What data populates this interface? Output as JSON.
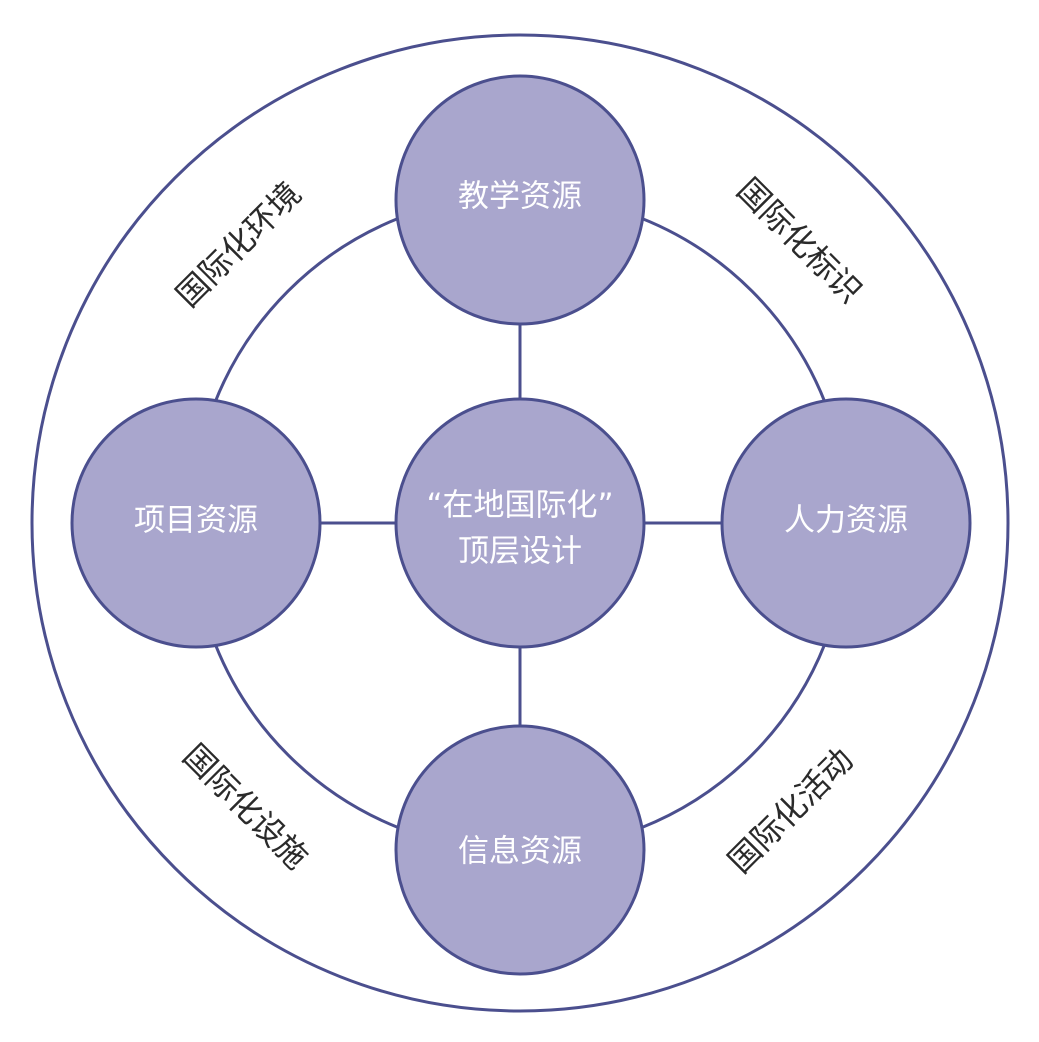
{
  "center": {
    "line1": "“在地国际化”",
    "line2": "顶层设计"
  },
  "nodes": {
    "top": "教学资源",
    "left": "项目资源",
    "right": "人力资源",
    "bottom": "信息资源"
  },
  "ring_labels": {
    "top_left": "国际化环境",
    "top_right": "国际化标识",
    "bottom_left": "国际化设施",
    "bottom_right": "国际化活动"
  },
  "colors": {
    "stroke": "#4b4f8e",
    "node_fill": "#a9a6cd",
    "node_text": "#ffffff",
    "label_text": "#2a2a2a"
  }
}
